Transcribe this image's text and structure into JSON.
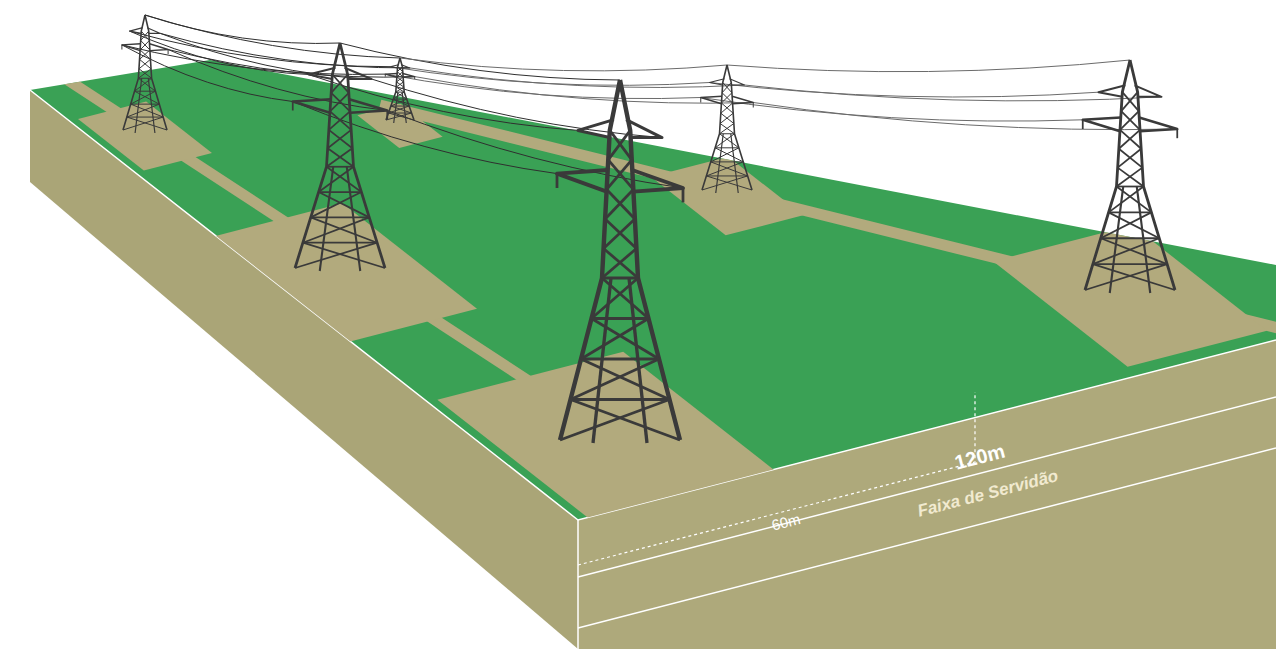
{
  "diagram": {
    "labels": [
      "60m",
      "120m",
      "Faixa de Servidão"
    ]
  }
}
